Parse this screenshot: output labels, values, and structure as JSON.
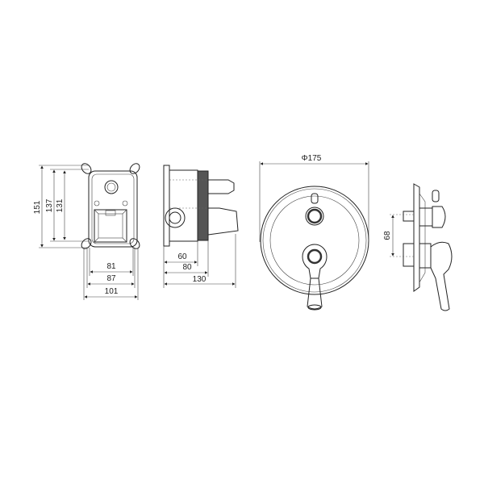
{
  "front_box_view": {
    "dims": {
      "h1": "151",
      "h2": "137",
      "h3": "131",
      "w1": "81",
      "w2": "87",
      "w3": "101"
    }
  },
  "side_box_view": {
    "dims": {
      "d1": "60",
      "d2": "80",
      "d3": "130"
    }
  },
  "plate_front_view": {
    "dims": {
      "diameter": "Φ175"
    }
  },
  "plate_side_view": {
    "dims": {
      "spacing": "68"
    }
  }
}
